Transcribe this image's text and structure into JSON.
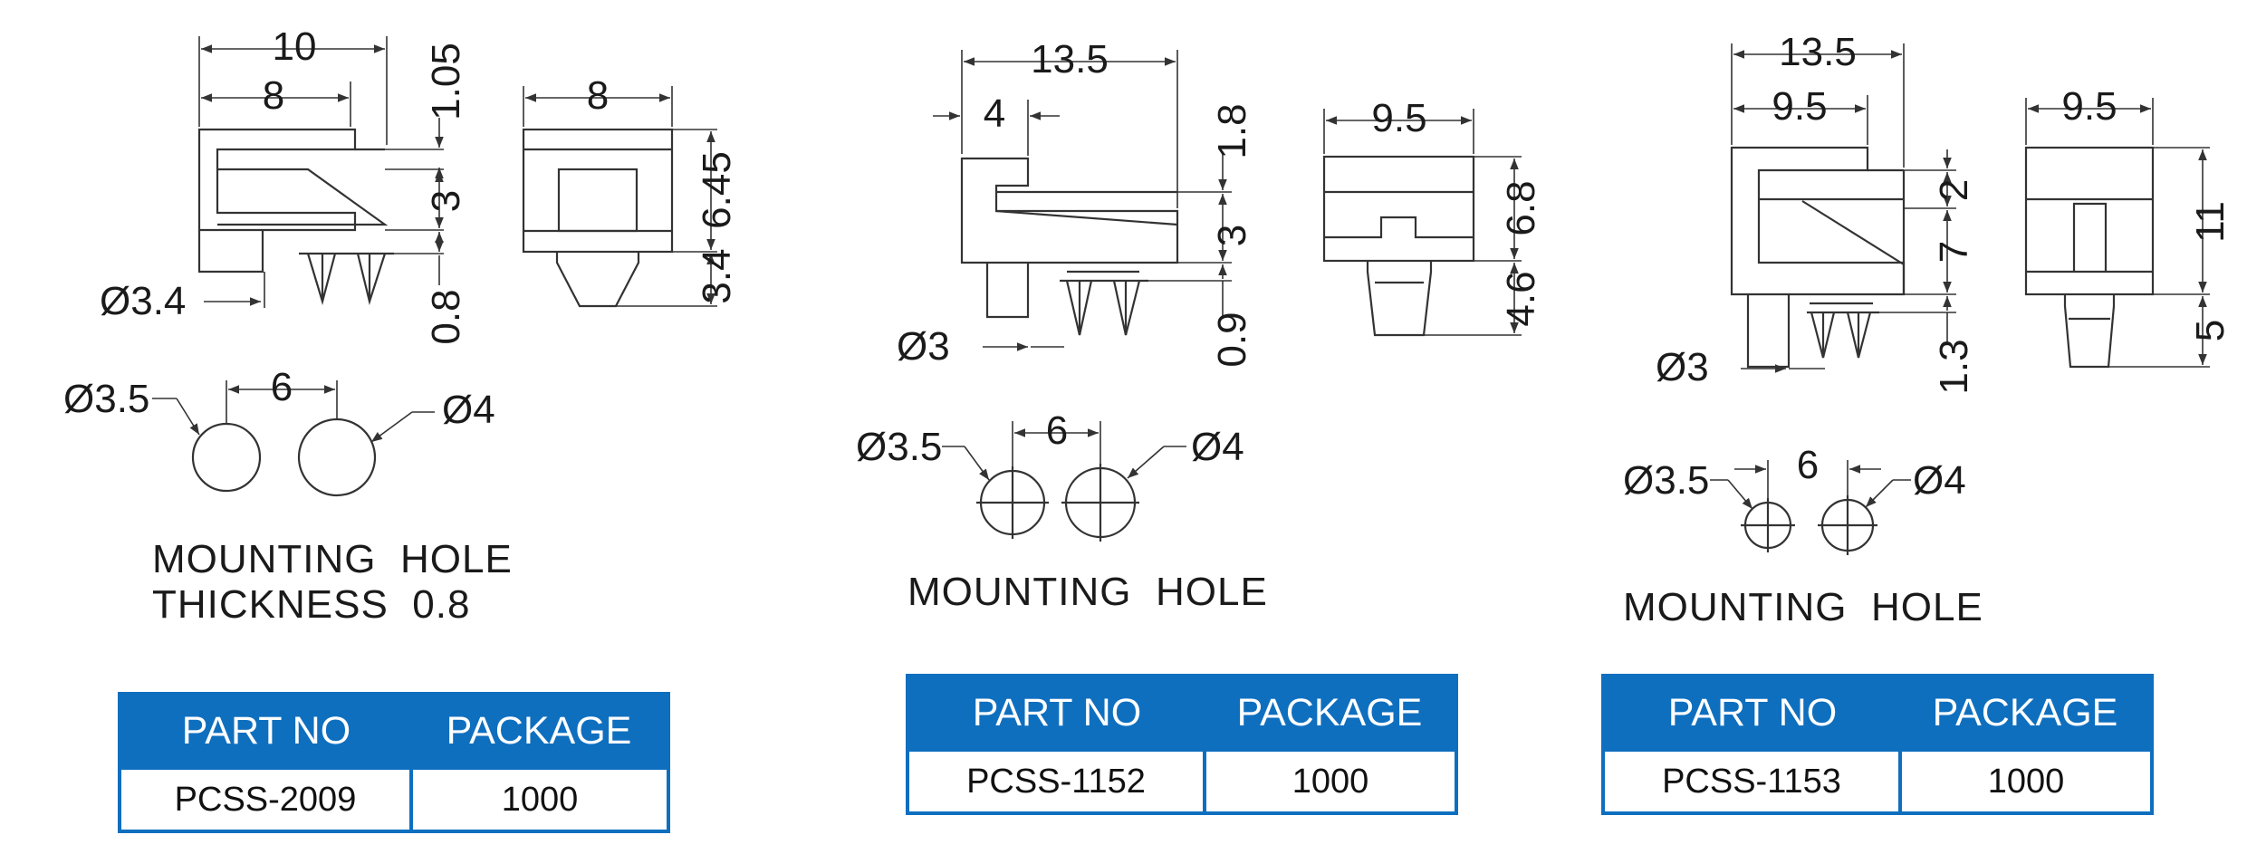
{
  "drawings": [
    {
      "id": "pcss-2009",
      "side_view_dims": [
        "10",
        "8",
        "1.05",
        "3",
        "0.8",
        "Ø3.4"
      ],
      "front_view_dims": [
        "8",
        "6.45",
        "3.4"
      ],
      "hole_dims": [
        "Ø3.5",
        "6",
        "Ø4"
      ],
      "caption_lines": [
        "MOUNTING  HOLE",
        "THICKNESS  0.8"
      ]
    },
    {
      "id": "pcss-1152",
      "side_view_dims": [
        "13.5",
        "4",
        "1.8",
        "3",
        "0.9",
        "Ø3"
      ],
      "front_view_dims": [
        "9.5",
        "6.8",
        "4.6"
      ],
      "hole_dims": [
        "Ø3.5",
        "6",
        "Ø4"
      ],
      "caption_lines": [
        "MOUNTING  HOLE"
      ]
    },
    {
      "id": "pcss-1153",
      "side_view_dims": [
        "13.5",
        "9.5",
        "2",
        "7",
        "1.3",
        "Ø3"
      ],
      "front_view_dims": [
        "9.5",
        "11",
        "5"
      ],
      "hole_dims": [
        "Ø3.5",
        "6",
        "Ø4"
      ],
      "caption_lines": [
        "MOUNTING  HOLE"
      ]
    }
  ],
  "tables": [
    {
      "headers": [
        "PART NO",
        "PACKAGE"
      ],
      "rows": [
        [
          "PCSS-2009",
          "1000"
        ]
      ]
    },
    {
      "headers": [
        "PART NO",
        "PACKAGE"
      ],
      "rows": [
        [
          "PCSS-1152",
          "1000"
        ]
      ]
    },
    {
      "headers": [
        "PART NO",
        "PACKAGE"
      ],
      "rows": [
        [
          "PCSS-1153",
          "1000"
        ]
      ]
    }
  ]
}
